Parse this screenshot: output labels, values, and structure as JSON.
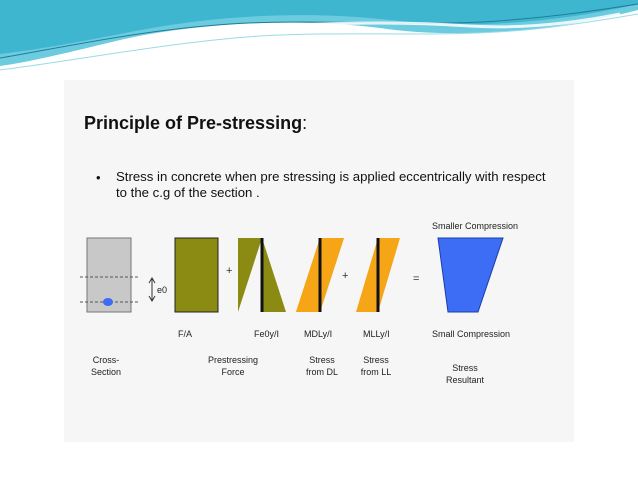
{
  "slide": {
    "title": "Principle of  Pre-stressing",
    "title_colon": ":",
    "bullet": "Stress in  concrete  when pre stressing is applied eccentrically with respect to  the c.g of the section ."
  },
  "diagram": {
    "eccentricity_label": "e0",
    "operators": {
      "plus1": "+",
      "plus2": "+",
      "equals": "="
    },
    "top_label": "Smaller Compression",
    "bottom_label": "Small Compression",
    "formula_labels": {
      "fa": "F/A",
      "fey": "Fe0y/I",
      "mdl": "MDLy/I",
      "mll": "MLLy/I"
    },
    "captions": {
      "cross_section": [
        "Cross-",
        "Section"
      ],
      "prestressing_force": [
        "Prestressing",
        "Force"
      ],
      "stress_dl": [
        "Stress",
        "from DL"
      ],
      "stress_ll": [
        "Stress",
        "from LL"
      ],
      "stress_resultant": [
        "Stress",
        "Resultant"
      ]
    },
    "colors": {
      "olive": "#8b8b14",
      "orange": "#f5a516",
      "blue": "#3d6df5",
      "section_gray": "#c8c8c8",
      "header_teal": "#3fb6cf"
    }
  }
}
